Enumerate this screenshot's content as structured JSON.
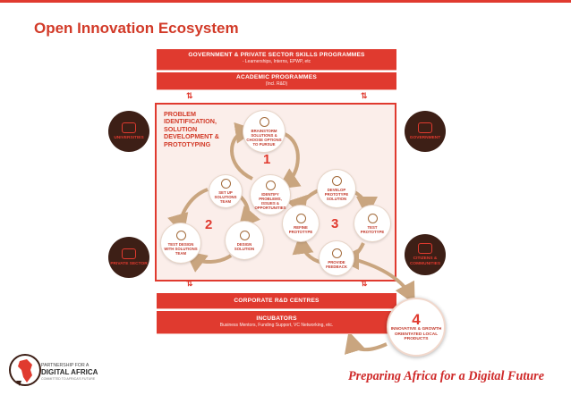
{
  "title": "Open Innovation Ecosystem",
  "top_bars": [
    {
      "heading": "GOVERNMENT & PRIVATE SECTOR SKILLS PROGRAMMES",
      "sub": "- Learnerships, Interns, EPWP, etc"
    },
    {
      "heading": "ACADEMIC PROGRAMMES",
      "sub": "(Incl. R&D)"
    }
  ],
  "bottom_bars": [
    {
      "heading": "CORPORATE R&D CENTRES",
      "sub": ""
    },
    {
      "heading": "INCUBATORS",
      "sub": "Business Mentors, Funding Support, VC Networking, etc."
    }
  ],
  "main_title": "PROBLEM IDENTIFICATION, SOLUTION DEVELOPMENT & PROTOTYPING",
  "cycles": [
    {
      "number": "1",
      "steps": [
        "BRAINSTORM SOLUTIONS & CHOOSE OPTIONS TO PURSUE",
        "IDENTIFY PROBLEMS, ISSUES & OPPORTUNITIES"
      ]
    },
    {
      "number": "2",
      "steps": [
        "SET UP SOLUTIONS TEAM",
        "TEST DESIGN WITH SOLUTIONS TEAM",
        "DESIGN SOLUTION"
      ]
    },
    {
      "number": "3",
      "steps": [
        "DEVELOP PROTOTYPE SOLUTION",
        "REFINE PROTOTYPE",
        "TEST PROTOTYPE",
        "PROVIDE FEEDBACK"
      ]
    }
  ],
  "stakeholders": {
    "universities": "UNIVERSITIES",
    "government": "GOVERNMENT",
    "private_sector": "PRIVATE SECTOR",
    "citizens": "CITIZENS & COMMUNITIES"
  },
  "outcome": {
    "number": "4",
    "label": "INNOVATIVE & GROWTH ORIENTATED LOCAL PRODUCTS"
  },
  "logo": {
    "line1": "PARTNERSHIP FOR A",
    "line2": "DIGITAL AFRICA",
    "line3": "COMMITTED TO AFRICA'S FUTURE"
  },
  "slogan": "Preparing Africa for a Digital Future",
  "colors": {
    "accent": "#e03a2f",
    "dark": "#3d1f16",
    "arrow": "#c9a57f"
  }
}
